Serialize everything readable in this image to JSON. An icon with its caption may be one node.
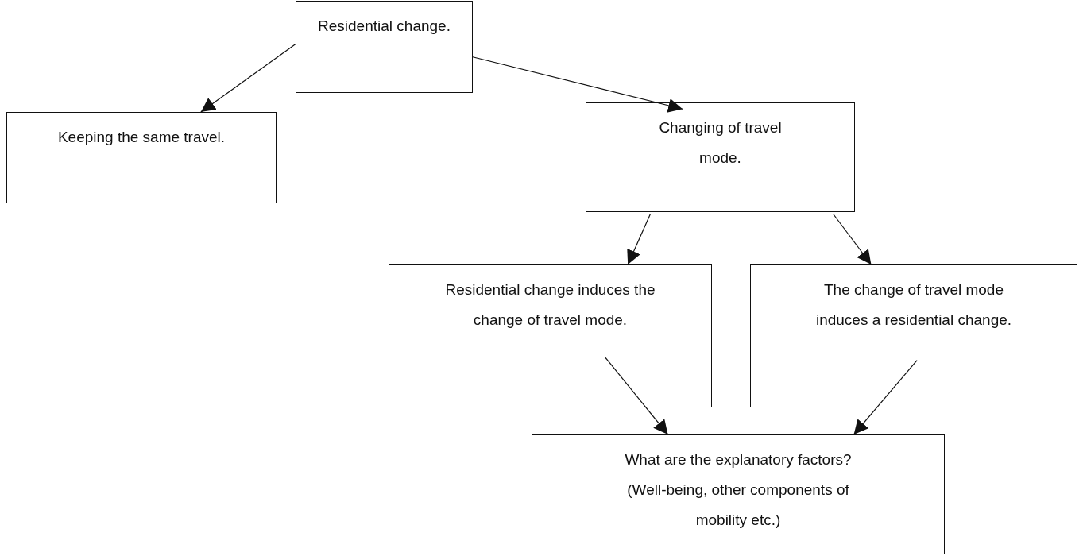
{
  "diagram": {
    "nodes": [
      {
        "text": [
          "Residential change."
        ]
      },
      {
        "text": [
          "Keeping the same travel."
        ]
      },
      {
        "text": [
          "Changing of travel mode."
        ]
      },
      {
        "text": [
          "Residential change induces the change of travel mode."
        ]
      },
      {
        "text": [
          "The change of travel mode induces a residential change."
        ]
      },
      {
        "text": [
          "What are the explanatory factors? (Well-being, other components of mobility etc.)"
        ]
      }
    ],
    "edges": [
      {
        "from": 0,
        "to": 1,
        "arrow": "to"
      },
      {
        "from": 0,
        "to": 2,
        "arrow": "to"
      },
      {
        "from": 2,
        "to": 3,
        "arrow": "to"
      },
      {
        "from": 2,
        "to": 4,
        "arrow": "to"
      },
      {
        "from": 3,
        "to": 5,
        "arrow": "to"
      },
      {
        "from": 4,
        "to": 5,
        "arrow": "to"
      }
    ]
  }
}
